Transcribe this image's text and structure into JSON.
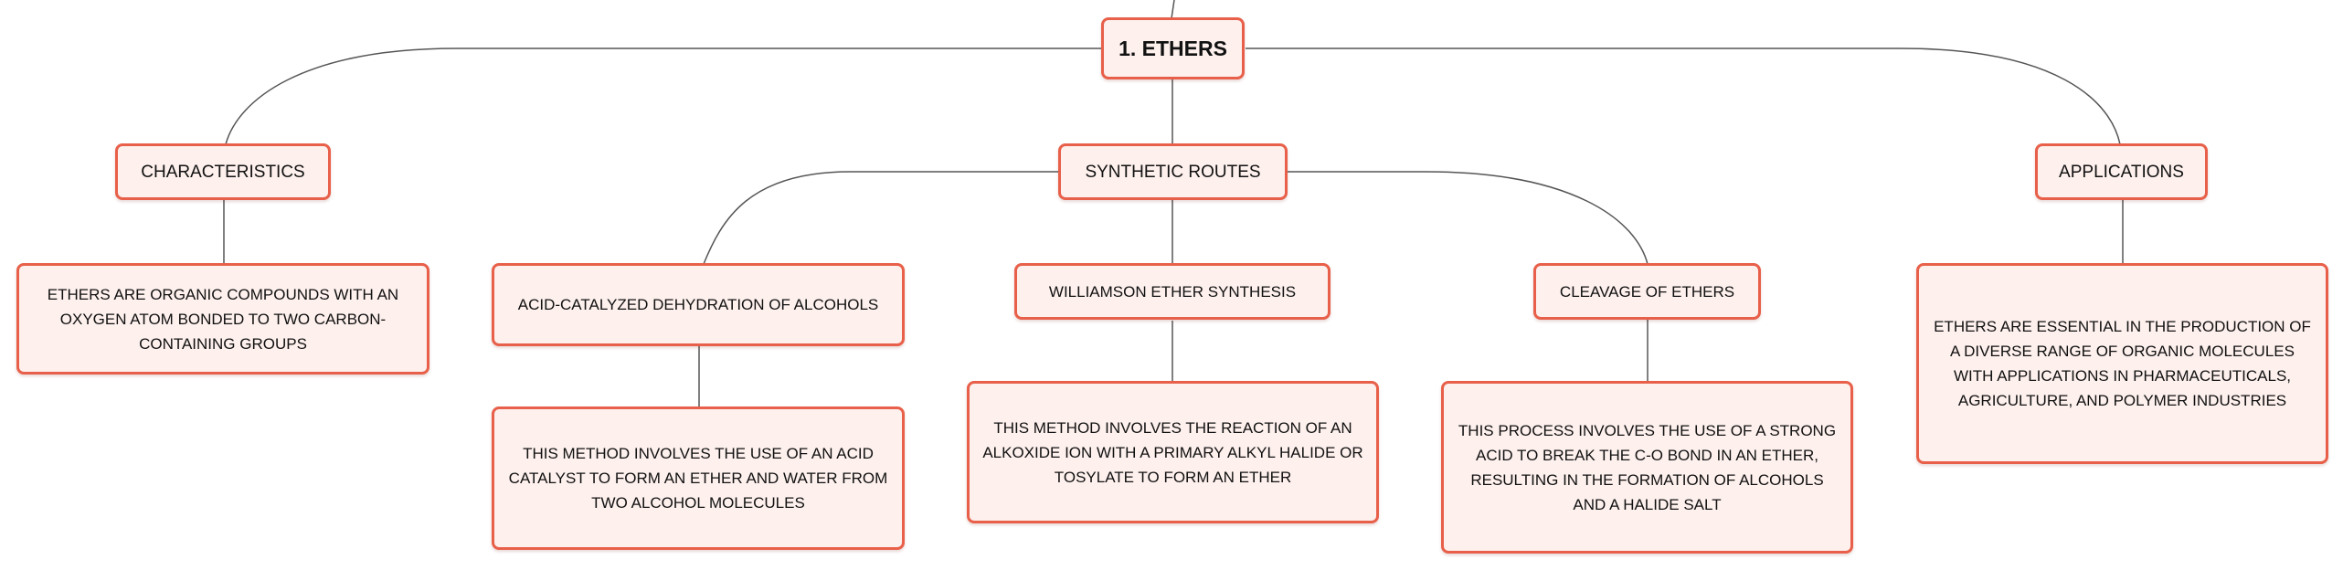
{
  "root": {
    "label": "1. ETHERS"
  },
  "branches": {
    "characteristics": {
      "label": "CHARACTERISTICS",
      "detail": "ETHERS ARE ORGANIC COMPOUNDS WITH AN OXYGEN ATOM BONDED TO TWO CARBON-CONTAINING GROUPS"
    },
    "synthetic_routes": {
      "label": "SYNTHETIC ROUTES",
      "children": {
        "acid_catalyzed": {
          "label": "ACID-CATALYZED DEHYDRATION OF ALCOHOLS",
          "detail": "THIS METHOD INVOLVES THE USE OF AN ACID CATALYST TO FORM AN ETHER AND WATER FROM TWO ALCOHOL MOLECULES"
        },
        "williamson": {
          "label": "WILLIAMSON ETHER SYNTHESIS",
          "detail": "THIS METHOD INVOLVES THE REACTION OF AN ALKOXIDE ION WITH A PRIMARY ALKYL HALIDE OR TOSYLATE TO FORM AN ETHER"
        },
        "cleavage": {
          "label": "CLEAVAGE OF ETHERS",
          "detail": "THIS PROCESS INVOLVES THE USE OF A STRONG ACID TO BREAK THE C-O BOND IN AN ETHER, RESULTING IN THE FORMATION OF ALCOHOLS AND A HALIDE SALT"
        }
      }
    },
    "applications": {
      "label": "APPLICATIONS",
      "detail": "ETHERS ARE ESSENTIAL IN THE PRODUCTION OF A DIVERSE RANGE OF ORGANIC MOLECULES WITH APPLICATIONS IN PHARMACEUTICALS, AGRICULTURE, AND POLYMER INDUSTRIES"
    }
  },
  "colors": {
    "node_border": "#e8604a",
    "node_fill": "#fdf0ed",
    "connector": "#555555",
    "text": "#111111"
  }
}
